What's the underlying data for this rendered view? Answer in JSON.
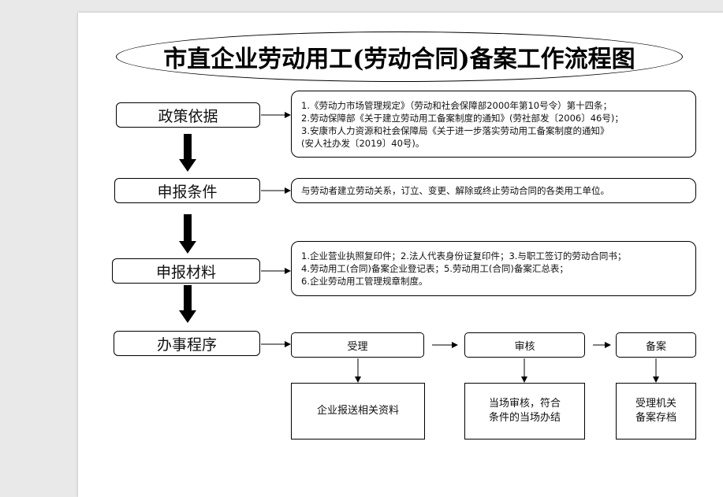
{
  "title": "市直企业劳动用工(劳动合同)备案工作流程图",
  "steps": [
    {
      "label": "政策依据"
    },
    {
      "label": "申报条件"
    },
    {
      "label": "申报材料"
    },
    {
      "label": "办事程序"
    }
  ],
  "policy_lines": [
    "1.《劳动力市场管理规定》（劳动和社会保障部2000年第10号令）第十四条；",
    "2.劳动保障部《关于建立劳动用工备案制度的通知》(劳社部发〔2006〕46号)；",
    "3.安康市人力资源和社会保障局《关于进一步落实劳动用工备案制度的通知》",
    "(安人社办发〔2019〕40号)。"
  ],
  "condition_text": "与劳动者建立劳动关系，订立、变更、解除或终止劳动合同的各类用工单位。",
  "material_lines": [
    "1.企业营业执照复印件；2.法人代表身份证复印件；3.与职工签订的劳动合同书；",
    "4.劳动用工(合同)备案企业登记表；5.劳动用工(合同)备案汇总表；",
    "6.企业劳动用工管理规章制度。"
  ],
  "process": {
    "stages": [
      "受理",
      "审核",
      "备案"
    ],
    "results": [
      [
        "企业报送相关资料"
      ],
      [
        "当场审核，符合",
        "条件的当场办结"
      ],
      [
        "受理机关",
        "备案存档"
      ]
    ]
  }
}
